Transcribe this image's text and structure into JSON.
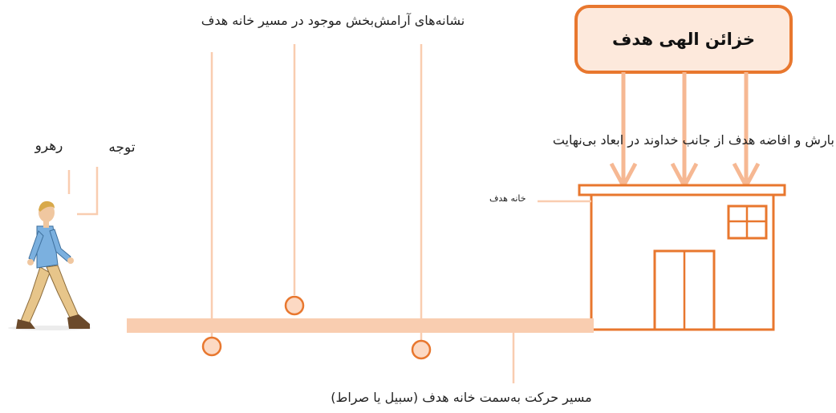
{
  "labels": {
    "box_title": "خزائن الهی هدف",
    "signs_label": "نشانه‌های آرامش‌بخش موجود در مسیر خانه هدف",
    "descent_label": "بارش و افاضه هدف از جانب خداوند در ابعاد بی‌نهایت",
    "house_label": "خانه هدف",
    "walker_label": "رهرو",
    "attention_label": "توجه",
    "path_label": "مسیر حرکت به‌سمت خانه هدف (سبیل یا صراط)"
  },
  "colors": {
    "accent": "#e8772e",
    "light_accent": "#f9cdb0",
    "box_fill": "#fde9dc",
    "circle_fill": "#fcd9c3",
    "arrow": "#f6b893"
  }
}
